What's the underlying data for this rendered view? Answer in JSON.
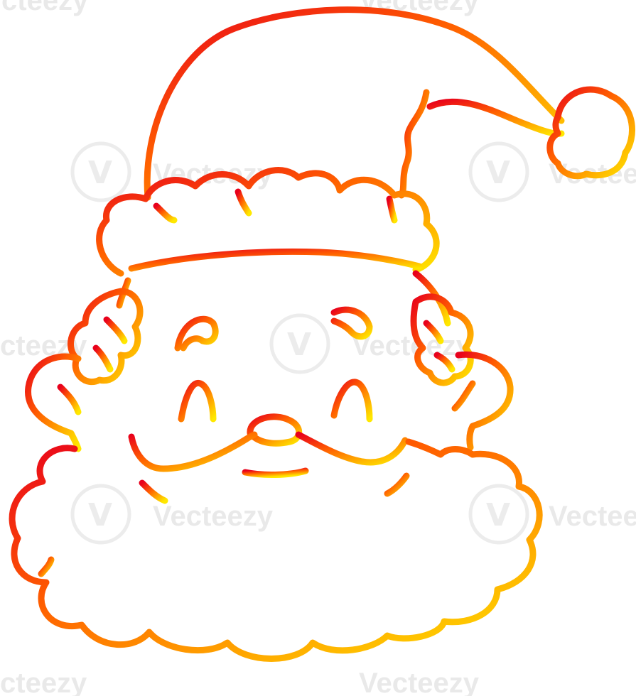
{
  "illustration": {
    "subject": "santa-face-line-drawing",
    "stroke_gradient": [
      "#e8001c",
      "#ff5e00",
      "#ffb000",
      "#ffe800"
    ]
  },
  "watermark": {
    "text": "Vecteezy",
    "partial_text": "cteezy"
  }
}
